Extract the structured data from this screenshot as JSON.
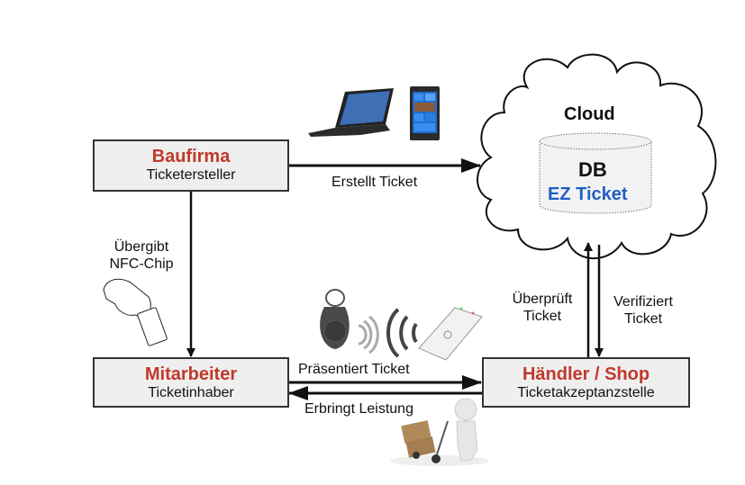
{
  "nodes": {
    "baufirma": {
      "title": "Baufirma",
      "subtitle": "Ticketersteller"
    },
    "mitarbeiter": {
      "title": "Mitarbeiter",
      "subtitle": "Ticketinhaber"
    },
    "haendler": {
      "title": "Händler / Shop",
      "subtitle": "Ticketakzeptanzstelle"
    },
    "cloud": {
      "title": "Cloud",
      "db_title": "DB",
      "db_subtitle": "EZ Ticket"
    }
  },
  "edges": {
    "erstellt": "Erstellt Ticket",
    "uebergibt_line1": "Übergibt",
    "uebergibt_line2": "NFC-Chip",
    "praesentiert": "Präsentiert Ticket",
    "erbringt": "Erbringt Leistung",
    "ueberprueft_line1": "Überprüft",
    "ueberprueft_line2": "Ticket",
    "verifiziert_line1": "Verifiziert",
    "verifiziert_line2": "Ticket"
  },
  "colors": {
    "title_red": "#c0392b",
    "db_blue": "#1f5fc4",
    "box_fill": "#efefef",
    "stroke": "#111111"
  },
  "illustrations": [
    "laptop-icon",
    "smartphone-icon",
    "hand-card-icon",
    "nfc-keyfob-icon",
    "nfc-reader-icon",
    "delivery-person-icon"
  ]
}
